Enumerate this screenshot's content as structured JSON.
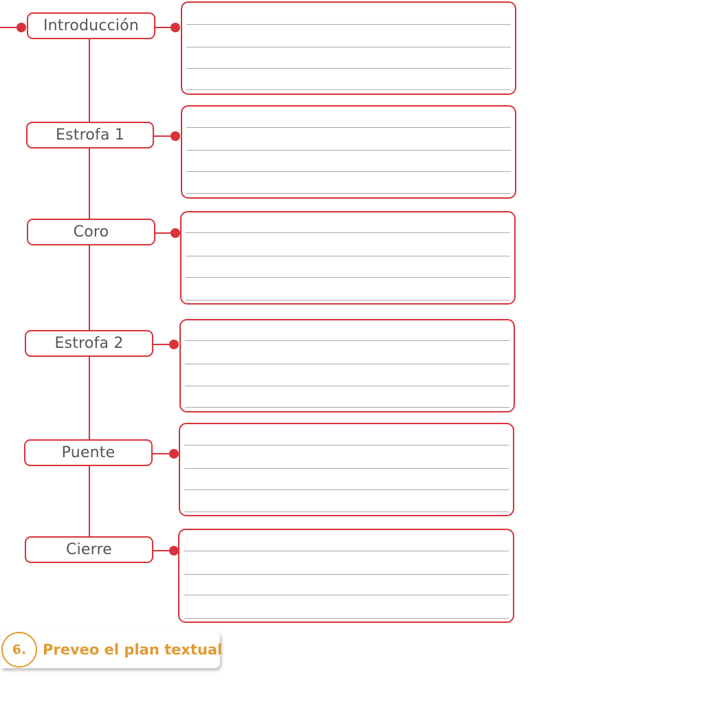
{
  "sections": [
    {
      "label": "Introducción"
    },
    {
      "label": "Estrofa 1"
    },
    {
      "label": "Coro"
    },
    {
      "label": "Estrofa 2"
    },
    {
      "label": "Puente"
    },
    {
      "label": "Cierre"
    }
  ],
  "step": {
    "number": "6.",
    "title": "Preveo el plan textual"
  },
  "colors": {
    "accent": "#d9323a",
    "step_accent": "#e39a33",
    "line": "#a9a9a9",
    "label_text": "#555555"
  }
}
